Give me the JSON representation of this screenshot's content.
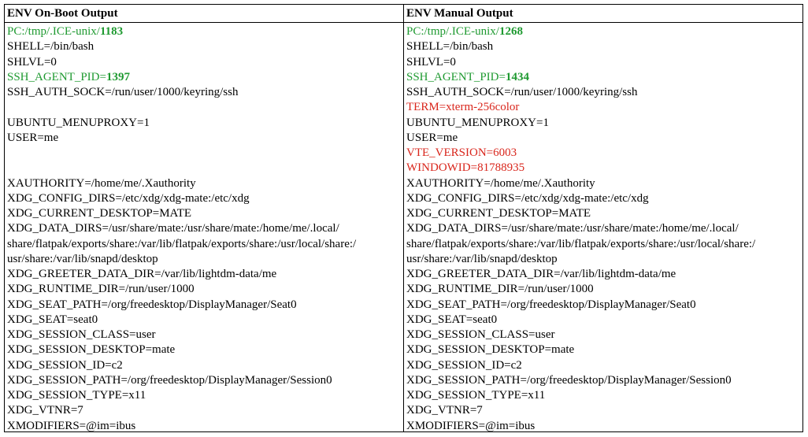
{
  "colors": {
    "changed": "#1f9a31",
    "added": "#d9261c"
  },
  "left": {
    "header": "ENV On-Boot Output",
    "lines": [
      {
        "text": "PC:/tmp/.ICE-unix/",
        "num": "1183",
        "color": "green"
      },
      {
        "text": "SHELL=/bin/bash"
      },
      {
        "text": "SHLVL=0"
      },
      {
        "text": "SSH_AGENT_PID=",
        "num": "1397",
        "color": "green"
      },
      {
        "text": "SSH_AUTH_SOCK=/run/user/1000/keyring/ssh"
      },
      {
        "text": ""
      },
      {
        "text": "UBUNTU_MENUPROXY=1"
      },
      {
        "text": "USER=me"
      },
      {
        "text": ""
      },
      {
        "text": ""
      },
      {
        "text": "XAUTHORITY=/home/me/.Xauthority"
      },
      {
        "text": "XDG_CONFIG_DIRS=/etc/xdg/xdg-mate:/etc/xdg"
      },
      {
        "text": "XDG_CURRENT_DESKTOP=MATE"
      },
      {
        "text": "XDG_DATA_DIRS=/usr/share/mate:/usr/share/mate:/home/me/.local/"
      },
      {
        "text": "share/flatpak/exports/share:/var/lib/flatpak/exports/share:/usr/local/share:/"
      },
      {
        "text": "usr/share:/var/lib/snapd/desktop"
      },
      {
        "text": "XDG_GREETER_DATA_DIR=/var/lib/lightdm-data/me"
      },
      {
        "text": "XDG_RUNTIME_DIR=/run/user/1000"
      },
      {
        "text": "XDG_SEAT_PATH=/org/freedesktop/DisplayManager/Seat0"
      },
      {
        "text": "XDG_SEAT=seat0"
      },
      {
        "text": "XDG_SESSION_CLASS=user"
      },
      {
        "text": "XDG_SESSION_DESKTOP=mate"
      },
      {
        "text": "XDG_SESSION_ID=c2"
      },
      {
        "text": "XDG_SESSION_PATH=/org/freedesktop/DisplayManager/Session0"
      },
      {
        "text": "XDG_SESSION_TYPE=x11"
      },
      {
        "text": "XDG_VTNR=7"
      },
      {
        "text": "XMODIFIERS=@im=ibus"
      }
    ]
  },
  "right": {
    "header": "ENV Manual Output",
    "lines": [
      {
        "text": "PC:/tmp/.ICE-unix/",
        "num": "1268",
        "color": "green"
      },
      {
        "text": "SHELL=/bin/bash"
      },
      {
        "text": "SHLVL=0"
      },
      {
        "text": "SSH_AGENT_PID=",
        "num": "1434",
        "color": "green"
      },
      {
        "text": "SSH_AUTH_SOCK=/run/user/1000/keyring/ssh"
      },
      {
        "text": "TERM=xterm-256color",
        "color": "red"
      },
      {
        "text": "UBUNTU_MENUPROXY=1"
      },
      {
        "text": "USER=me"
      },
      {
        "text": "VTE_VERSION=6003",
        "color": "red"
      },
      {
        "text": "WINDOWID=81788935",
        "color": "red"
      },
      {
        "text": "XAUTHORITY=/home/me/.Xauthority"
      },
      {
        "text": "XDG_CONFIG_DIRS=/etc/xdg/xdg-mate:/etc/xdg"
      },
      {
        "text": "XDG_CURRENT_DESKTOP=MATE"
      },
      {
        "text": "XDG_DATA_DIRS=/usr/share/mate:/usr/share/mate:/home/me/.local/"
      },
      {
        "text": "share/flatpak/exports/share:/var/lib/flatpak/exports/share:/usr/local/share:/"
      },
      {
        "text": "usr/share:/var/lib/snapd/desktop"
      },
      {
        "text": "XDG_GREETER_DATA_DIR=/var/lib/lightdm-data/me"
      },
      {
        "text": "XDG_RUNTIME_DIR=/run/user/1000"
      },
      {
        "text": "XDG_SEAT_PATH=/org/freedesktop/DisplayManager/Seat0"
      },
      {
        "text": "XDG_SEAT=seat0"
      },
      {
        "text": "XDG_SESSION_CLASS=user"
      },
      {
        "text": "XDG_SESSION_DESKTOP=mate"
      },
      {
        "text": "XDG_SESSION_ID=c2"
      },
      {
        "text": "XDG_SESSION_PATH=/org/freedesktop/DisplayManager/Session0"
      },
      {
        "text": "XDG_SESSION_TYPE=x11"
      },
      {
        "text": "XDG_VTNR=7"
      },
      {
        "text": "XMODIFIERS=@im=ibus"
      }
    ]
  }
}
